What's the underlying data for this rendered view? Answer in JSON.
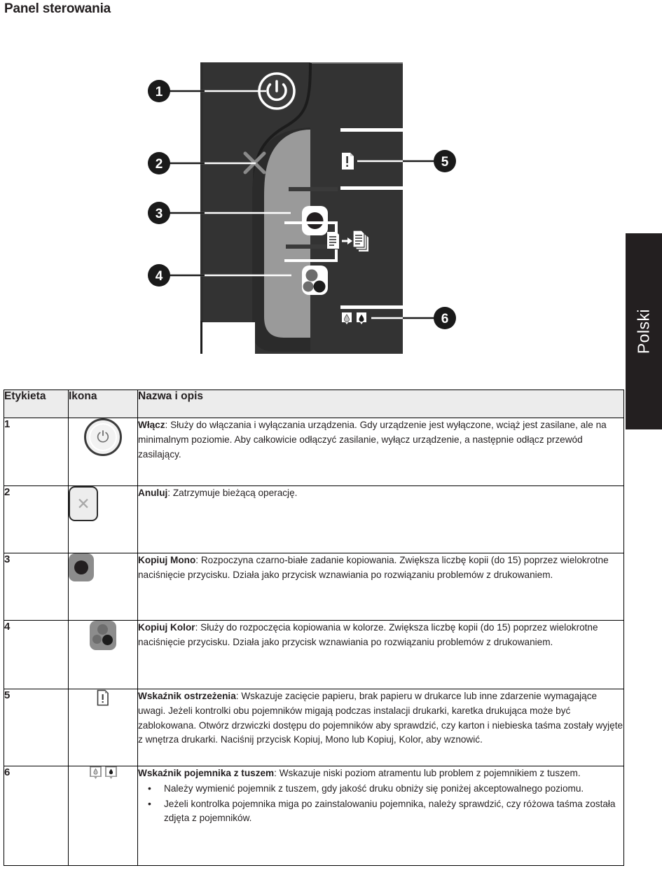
{
  "page": {
    "title": "Panel sterowania",
    "language_tab": "Polski"
  },
  "figure": {
    "name": "control-panel-illustration",
    "callouts": [
      {
        "number": "1",
        "target": "power-button"
      },
      {
        "number": "2",
        "target": "cancel-button"
      },
      {
        "number": "3",
        "target": "copy-mono-button"
      },
      {
        "number": "4",
        "target": "copy-color-button"
      },
      {
        "number": "5",
        "target": "attention-light"
      },
      {
        "number": "6",
        "target": "ink-cartridge-lights"
      }
    ],
    "icons": {
      "power": "power-icon",
      "cancel": "cancel-x-icon",
      "copy_mono": "copy-mono-icon",
      "copy_color": "copy-color-icon",
      "attention": "page-attention-icon",
      "copy_flow": "document-to-copies-icon",
      "ink_left": "ink-drop-icon",
      "ink_right": "ink-drop-icon"
    }
  },
  "table": {
    "headers": {
      "label": "Etykieta",
      "icon": "Ikona",
      "description": "Nazwa i opis"
    },
    "rows": [
      {
        "label": "1",
        "icon": "power-icon",
        "title": "Włącz",
        "sep": ": ",
        "text": "Służy do włączania i wyłączania urządzenia. Gdy urządzenie jest wyłączone, wciąż jest zasilane, ale na minimalnym poziomie. Aby całkowicie odłączyć zasilanie, wyłącz urządzenie, a następnie odłącz przewód zasilający.",
        "bullets": []
      },
      {
        "label": "2",
        "icon": "cancel-x-icon",
        "title": "Anuluj",
        "sep": ": ",
        "text": "Zatrzymuje bieżącą operację.",
        "bullets": []
      },
      {
        "label": "3",
        "icon": "copy-mono-icon",
        "title": "Kopiuj Mono",
        "sep": ": ",
        "text": "Rozpoczyna czarno-białe zadanie kopiowania. Zwiększa liczbę kopii (do 15) poprzez wielokrotne naciśnięcie przycisku. Działa jako przycisk wznawiania po rozwiązaniu problemów z drukowaniem.",
        "bullets": []
      },
      {
        "label": "4",
        "icon": "copy-color-icon",
        "title": "Kopiuj Kolor",
        "sep": ": ",
        "text": "Służy do rozpoczęcia kopiowania w kolorze. Zwiększa liczbę kopii (do 15) poprzez wielokrotne naciśnięcie przycisku. Działa jako przycisk wznawiania po rozwiązaniu problemów z drukowaniem.",
        "bullets": []
      },
      {
        "label": "5",
        "icon": "page-attention-icon",
        "title": "Wskaźnik ostrzeżenia",
        "sep": ": ",
        "text": "Wskazuje zacięcie papieru, brak papieru w drukarce lub inne zdarzenie wymagające uwagi. Jeżeli kontrolki obu pojemników migają podczas instalacji drukarki, karetka drukująca może być zablokowana. Otwórz drzwiczki dostępu do pojemników aby sprawdzić, czy karton i niebieska taśma zostały wyjęte z wnętrza drukarki. Naciśnij przycisk Kopiuj, Mono lub Kopiuj, Kolor, aby wznowić.",
        "bullets": []
      },
      {
        "label": "6",
        "icon": "ink-cartridge-pair-icon",
        "title": "Wskaźnik pojemnika z tuszem",
        "sep": ": ",
        "text": "Wskazuje niski poziom atramentu lub problem z pojemnikiem z tuszem.",
        "bullets": [
          "Należy wymienić pojemnik z tuszem, gdy jakość druku obniży się poniżej akceptowalnego poziomu.",
          "Jeżeli kontrolka pojemnika miga po zainstalowaniu pojemnika, należy sprawdzić, czy różowa taśma została zdjęta z pojemników."
        ]
      }
    ]
  },
  "colors": {
    "header_fill": "#ececec",
    "panel_dark": "#333333",
    "panel_darker": "#2b2b2b",
    "button_gray": "#9a9a9a",
    "tab_black": "#231f20",
    "text": "#231f20"
  }
}
